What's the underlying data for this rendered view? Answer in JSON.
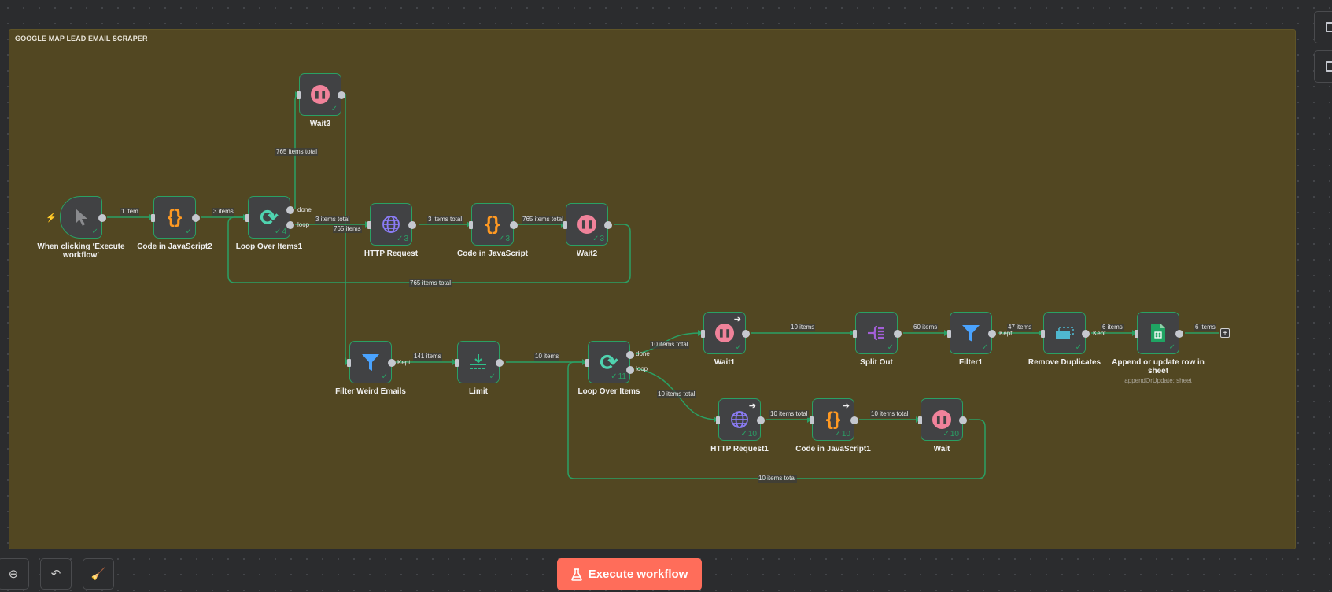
{
  "sticky": {
    "title": "GOOGLE MAP LEAD EMAIL SCRAPER",
    "color": "#524722"
  },
  "colors": {
    "accent": "#ff6d5a",
    "success": "#2aa064",
    "node_bg": "#414244"
  },
  "nodes": [
    {
      "id": "trigger",
      "name": "When clicking ‘Execute workflow’",
      "icon": "cursor-icon",
      "count": ""
    },
    {
      "id": "code2",
      "name": "Code in JavaScript2",
      "icon": "code-braces-icon",
      "count": ""
    },
    {
      "id": "loop1",
      "name": "Loop Over Items1",
      "icon": "loop-icon",
      "count": "4"
    },
    {
      "id": "wait3",
      "name": "Wait3",
      "icon": "pause-icon",
      "count": ""
    },
    {
      "id": "http",
      "name": "HTTP Request",
      "icon": "globe-icon",
      "count": "3"
    },
    {
      "id": "code",
      "name": "Code in JavaScript",
      "icon": "code-braces-icon",
      "count": "3"
    },
    {
      "id": "wait2",
      "name": "Wait2",
      "icon": "pause-icon",
      "count": "3"
    },
    {
      "id": "filterw",
      "name": "Filter Weird Emails",
      "icon": "filter-icon",
      "count": ""
    },
    {
      "id": "limit",
      "name": "Limit",
      "icon": "limit-icon",
      "count": ""
    },
    {
      "id": "loop",
      "name": "Loop Over Items",
      "icon": "loop-icon",
      "count": "11"
    },
    {
      "id": "wait1",
      "name": "Wait1",
      "icon": "pause-icon",
      "count": ""
    },
    {
      "id": "split",
      "name": "Split Out",
      "icon": "split-icon",
      "count": ""
    },
    {
      "id": "filter1",
      "name": "Filter1",
      "icon": "filter-icon",
      "count": ""
    },
    {
      "id": "dedupe",
      "name": "Remove Duplicates",
      "icon": "dedupe-icon",
      "count": ""
    },
    {
      "id": "sheet",
      "name": "Append or update row in sheet",
      "subtitle": "appendOrUpdate: sheet",
      "icon": "sheets-icon",
      "count": ""
    },
    {
      "id": "http1",
      "name": "HTTP Request1",
      "icon": "globe-icon",
      "count": "10"
    },
    {
      "id": "code1",
      "name": "Code in JavaScript1",
      "icon": "code-braces-icon",
      "count": "10"
    },
    {
      "id": "wait",
      "name": "Wait",
      "icon": "pause-icon",
      "count": "10"
    }
  ],
  "edge_labels": {
    "trigger_code2": "1 item",
    "code2_loop1": "3 items",
    "loop1_wait3": "765 items total",
    "loop1_http_a": "3 items total",
    "loop1_http_b": "765 items",
    "http_code": "3 items total",
    "code_wait2": "765 items total",
    "wait2_loop1": "765 items total",
    "filterw_limit": "141 items",
    "limit_loop": "10 items",
    "loop_wait1": "10 items total",
    "wait1_split": "10 items",
    "split_filter1": "60 items",
    "filter1_dedupe": "47 items",
    "dedupe_sheet": "6 items",
    "sheet_out": "6 items",
    "loop_http1": "10 items total",
    "http1_code1": "10 items total",
    "code1_wait": "10 items total",
    "wait_loop": "10 items total"
  },
  "handle_labels": {
    "done": "done",
    "loop": "loop",
    "kept": "Kept"
  },
  "toolbar": {
    "zoom_out": "zoom-out",
    "undo": "undo",
    "clear": "clear-execution",
    "execute_label": "Execute workflow"
  }
}
